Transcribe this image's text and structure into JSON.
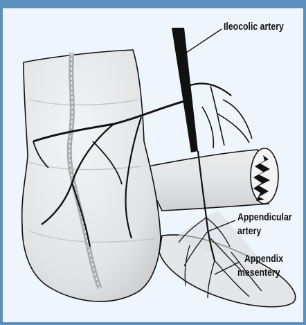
{
  "diagram": {
    "labels": {
      "ileocolic_artery": "Ileocolic artery",
      "appendicular_artery_line1": "Appendicular",
      "appendicular_artery_line2": "artery",
      "appendix_mesentery_line1": "Appendix",
      "appendix_mesentery_line2": "mesentery"
    }
  },
  "colors": {
    "frame_border": "#5a8fbe",
    "background": "#eef5fc",
    "organ_fill": "#e6e7e8",
    "vessel": "#111111"
  }
}
